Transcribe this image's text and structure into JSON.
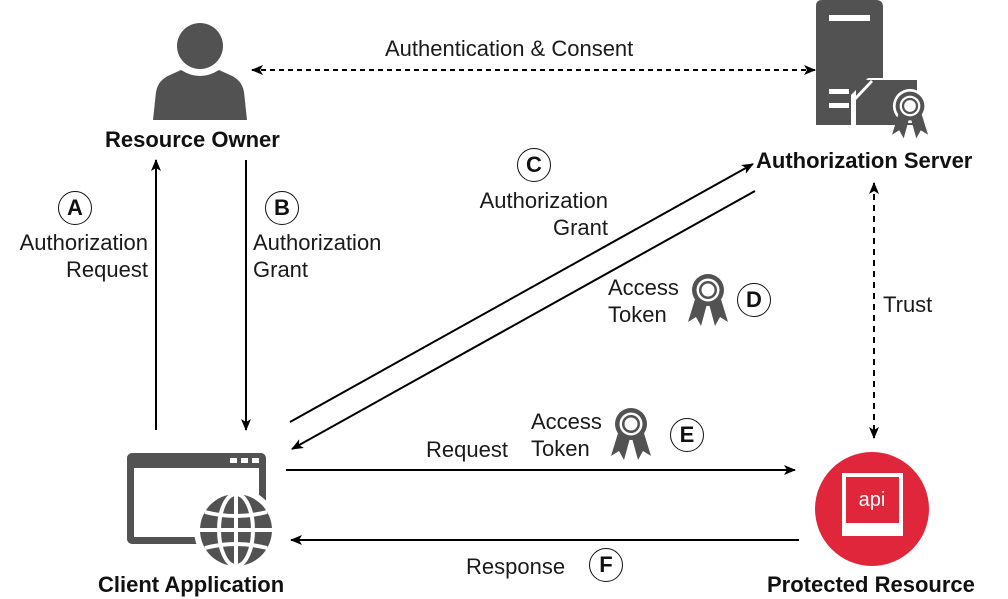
{
  "colors": {
    "icon_gray": "#525252",
    "api_red": "#e0263a",
    "line": "#000000",
    "text": "#1a1a1a"
  },
  "nodes": {
    "resource_owner": {
      "title": "Resource Owner",
      "icon": "person-icon"
    },
    "authorization_server": {
      "title": "Authorization Server",
      "icon": "server-certificate-icon"
    },
    "client_application": {
      "title": "Client Application",
      "icon": "browser-globe-icon"
    },
    "protected_resource": {
      "title": "Protected Resource",
      "icon": "api-icon",
      "icon_text": "api"
    }
  },
  "edges": {
    "auth_consent": {
      "label": "Authentication & Consent",
      "style": "dashed",
      "direction": "bidirectional",
      "from": "resource_owner",
      "to": "authorization_server"
    },
    "trust": {
      "label": "Trust",
      "style": "dashed",
      "direction": "bidirectional",
      "from": "authorization_server",
      "to": "protected_resource"
    },
    "a": {
      "step": "A",
      "line1": "Authorization",
      "line2": "Request",
      "from": "client_application",
      "to": "resource_owner"
    },
    "b": {
      "step": "B",
      "line1": "Authorization",
      "line2": "Grant",
      "from": "resource_owner",
      "to": "client_application"
    },
    "c": {
      "step": "C",
      "line1": "Authorization",
      "line2": "Grant",
      "from": "client_application",
      "to": "authorization_server"
    },
    "d": {
      "step": "D",
      "line1": "Access",
      "line2": "Token",
      "icon": "ribbon-badge-icon",
      "from": "authorization_server",
      "to": "client_application"
    },
    "e": {
      "step": "E",
      "request_label": "Request",
      "line1": "Access",
      "line2": "Token",
      "icon": "ribbon-badge-icon",
      "from": "client_application",
      "to": "protected_resource"
    },
    "f": {
      "step": "F",
      "label": "Response",
      "from": "protected_resource",
      "to": "client_application"
    }
  }
}
